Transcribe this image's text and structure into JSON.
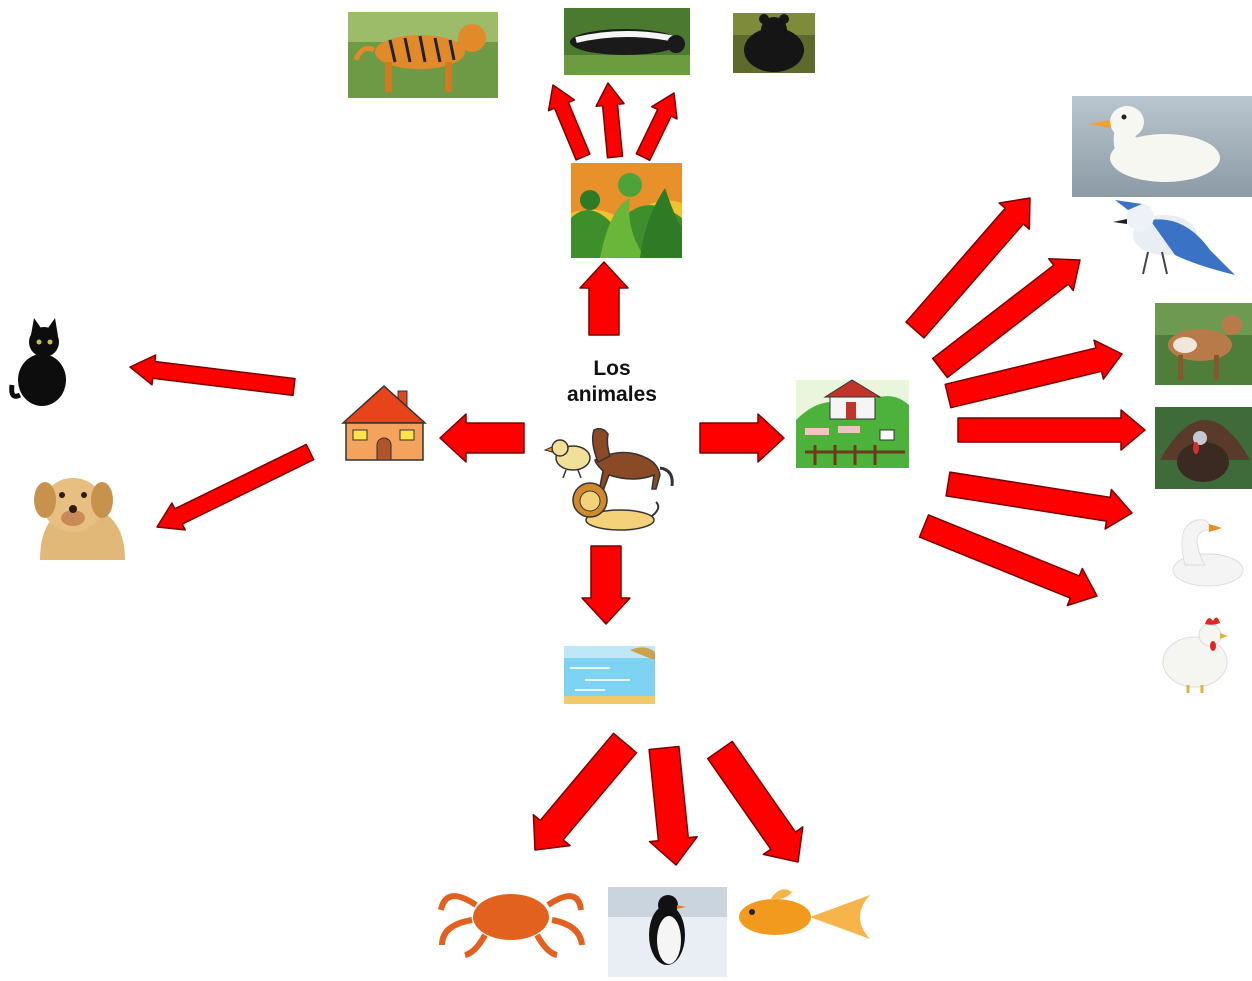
{
  "title_line1": "Los",
  "title_line2": "animales",
  "arrow_color": "#ff0000",
  "arrow_stroke": "#7a0000",
  "nodes": {
    "center": [
      "bird",
      "horse",
      "lion"
    ],
    "habitats": [
      "house",
      "jungle",
      "sea",
      "farm"
    ],
    "house_animals": [
      "cat",
      "dog"
    ],
    "jungle_animals": [
      "tiger",
      "skunk",
      "bear"
    ],
    "sea_animals": [
      "crab",
      "penguin",
      "goldfish"
    ],
    "farm_animals": [
      "duck",
      "blue-jay",
      "goat",
      "turkey",
      "swan",
      "hen"
    ]
  }
}
